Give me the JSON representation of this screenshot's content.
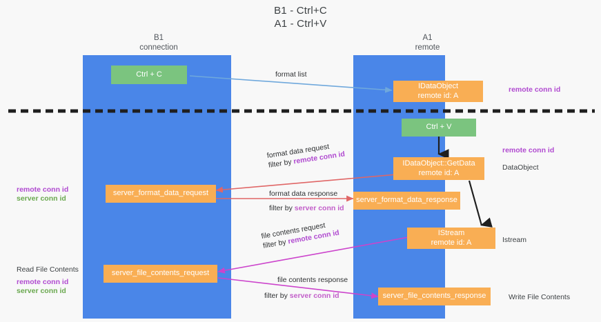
{
  "title": {
    "line1": "B1 - Ctrl+C",
    "line2": "A1 - Ctrl+V"
  },
  "columns": [
    {
      "name": "B1",
      "sub": "connection"
    },
    {
      "name": "A1",
      "sub": "remote"
    }
  ],
  "colors": {
    "lane": "#4a86e8",
    "green_node": "#7bc47f",
    "orange_node": "#f9ae54",
    "remote_conn_id": "#b04ad0",
    "server_conn_id_green": "#6aa84f",
    "server_conn_id_magenta": "#c25ec9",
    "divider": "#1f1f1f",
    "arrow_blue": "#6fa8dc",
    "arrow_red": "#e06666",
    "arrow_magenta": "#cc44cc",
    "arrow_black": "#1f1f1f"
  },
  "nodes": {
    "ctrl_c": "Ctrl + C",
    "ctrl_v": "Ctrl + V",
    "idataobject": {
      "line1": "IDataObject",
      "line2": "remote id: A"
    },
    "getdata": {
      "line1": "IDataObject::GetData",
      "line2": "remote id: A"
    },
    "istream": {
      "line1": "IStream",
      "line2": "remote id: A"
    },
    "server_format_data_request": "server_format_data_request",
    "server_format_data_response": "server_format_data_response",
    "server_file_contents_request": "server_file_contents_request",
    "server_file_contents_response": "server_file_contents_response"
  },
  "edge_labels": {
    "format_list": "format list",
    "format_data_request": {
      "main": "format data request",
      "prefix": "filter by ",
      "key": "remote conn id"
    },
    "format_data_response": {
      "main": "format data response",
      "prefix": "filter by ",
      "key": "server conn id"
    },
    "file_contents_request": {
      "main": "file contents request",
      "prefix": "filter by ",
      "key": "remote conn id"
    },
    "file_contents_response": {
      "main": "file contents response",
      "prefix": "filter by ",
      "key": "server conn id"
    }
  },
  "annotations": {
    "right_top_remote": "remote conn id",
    "right_mid_remote": "remote conn id",
    "right_dataobject": "DataObject",
    "right_istream": "Istream",
    "right_write_file": "Write File Contents",
    "left_remote_1": "remote conn id",
    "left_server_1": "server conn id",
    "left_read_file": "Read File Contents",
    "left_remote_2": "remote conn id",
    "left_server_2": "server conn id"
  }
}
